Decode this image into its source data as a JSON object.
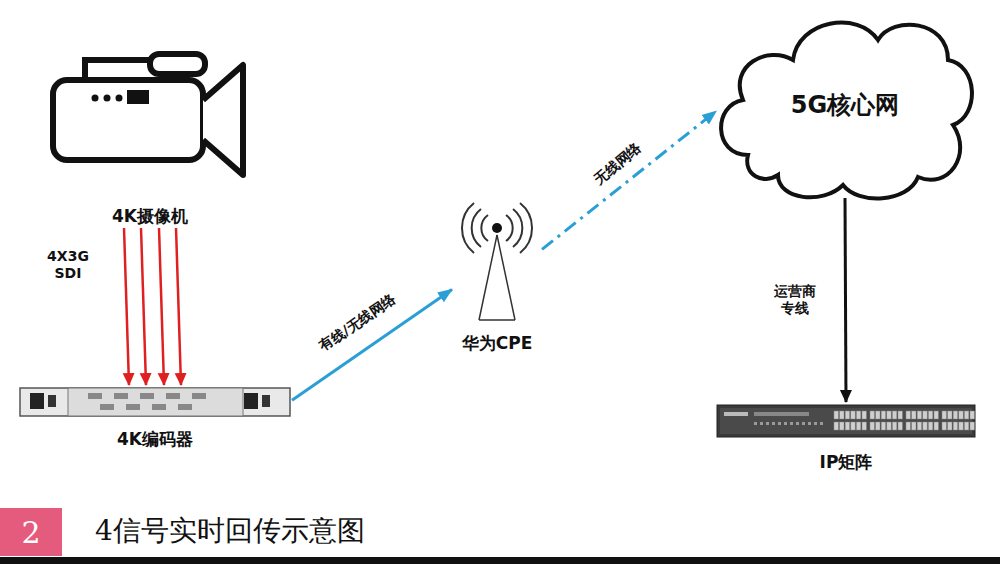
{
  "diagram": {
    "caption": "4信号实时回传示意图",
    "nodes": [
      {
        "text": [
          "4K摄像机"
        ]
      },
      {
        "text": [
          "4K编码器"
        ]
      },
      {
        "text": [
          "华为CPE"
        ]
      },
      {
        "text": [
          "5G核心网"
        ]
      },
      {
        "text": [
          "IP矩阵"
        ]
      },
      {
        "text": [
          "2"
        ]
      }
    ],
    "edges": [
      {
        "from": 0,
        "to": 1,
        "label": "4X3G SDI",
        "arrow": "to"
      },
      {
        "from": 1,
        "to": 2,
        "label": "有线/无线网络",
        "arrow": "to"
      },
      {
        "from": 2,
        "to": 3,
        "label": "无线网络",
        "arrow": "to"
      },
      {
        "from": 3,
        "to": 4,
        "label": "运营商 专线",
        "arrow": "to"
      }
    ]
  }
}
